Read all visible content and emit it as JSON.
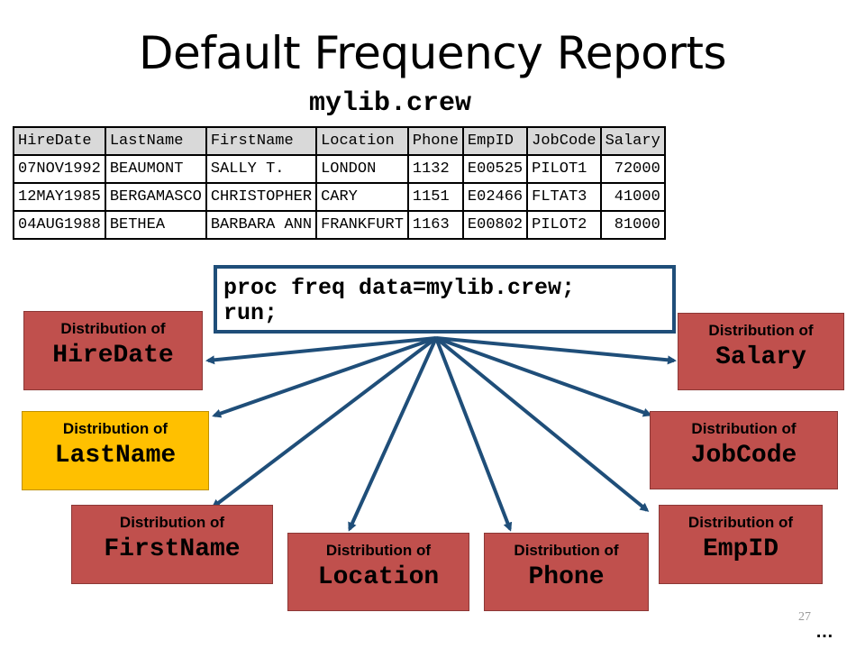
{
  "title": "Default Frequency Reports",
  "dataset_name": "mylib.crew",
  "table": {
    "headers": [
      "HireDate",
      "LastName",
      "FirstName",
      "Location",
      "Phone",
      "EmpID",
      "JobCode",
      "Salary"
    ],
    "rows": [
      [
        "07NOV1992",
        "BEAUMONT",
        "SALLY T.",
        "LONDON",
        "1132",
        "E00525",
        "PILOT1",
        "72000"
      ],
      [
        "12MAY1985",
        "BERGAMASCO",
        "CHRISTOPHER",
        "CARY",
        "1151",
        "E02466",
        "FLTAT3",
        "41000"
      ],
      [
        "04AUG1988",
        "BETHEA",
        "BARBARA ANN",
        "FRANKFURT",
        "1163",
        "E00802",
        "PILOT2",
        "81000"
      ]
    ]
  },
  "code": {
    "line1": "proc freq data=mylib.crew;",
    "line2": "run;"
  },
  "distributions": [
    {
      "label": "Distribution of",
      "variable": "HireDate"
    },
    {
      "label": "Distribution of",
      "variable": "LastName"
    },
    {
      "label": "Distribution of",
      "variable": "FirstName"
    },
    {
      "label": "Distribution of",
      "variable": "Location"
    },
    {
      "label": "Distribution of",
      "variable": "Phone"
    },
    {
      "label": "Distribution of",
      "variable": "EmpID"
    },
    {
      "label": "Distribution of",
      "variable": "JobCode"
    },
    {
      "label": "Distribution of",
      "variable": "Salary"
    }
  ],
  "colors": {
    "box_default": "#c0504d",
    "box_highlight": "#ffc000",
    "arrow": "#1f4e79"
  },
  "page_number": "27",
  "continuation": "…"
}
